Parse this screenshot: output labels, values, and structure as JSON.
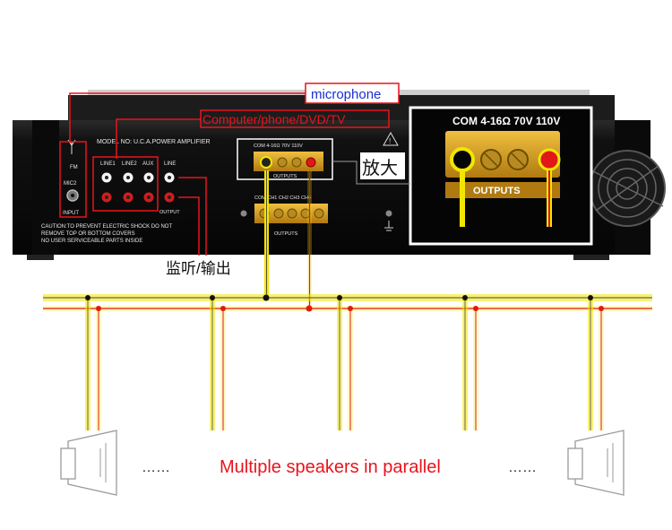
{
  "callouts": {
    "microphone": "microphone",
    "sources": "Computer/phone/DVD/TV",
    "zoom": "放大",
    "monitor_output": "监听/输出",
    "caption": "Multiple speakers in parallel",
    "ellipsis_left": "……",
    "ellipsis_right": "……"
  },
  "panel": {
    "model": "MODEL NO: U.C.A.POWER AMPLIFIER",
    "fm": "FM",
    "mic2": "MIC2",
    "input": "INPUT",
    "line1": "LINE1",
    "line2": "LINE2",
    "aux": "AUX",
    "line": "LINE",
    "output": "OUTPUT",
    "caution_1": "CAUTION:TO PREVENT ELECTRIC SHOCK DO NOT",
    "caution_2": "REMOVE TOP OR BOTTOM COVERS",
    "caution_3": "NO USER SERVICEABLE PARTS INSIDE",
    "terminal_top_label": "COM 4-16Ω  70V  110V",
    "terminal_top_outputs": "OUTPUTS",
    "terminal_ch_label": "COM CH1 CH2 CH3 CH4",
    "terminal_ch_outputs": "OUTPUTS",
    "zoom_label": "COM 4-16Ω  70V  110V",
    "zoom_outputs": "OUTPUTS"
  },
  "colors": {
    "callout_red": "#e8141c",
    "mic_text_blue": "#1a2fd0",
    "wire_yellow": "#f2e600",
    "wire_red": "#e01818",
    "panel_black": "#0d0d0d",
    "terminal_orange": "#d9a21c"
  }
}
